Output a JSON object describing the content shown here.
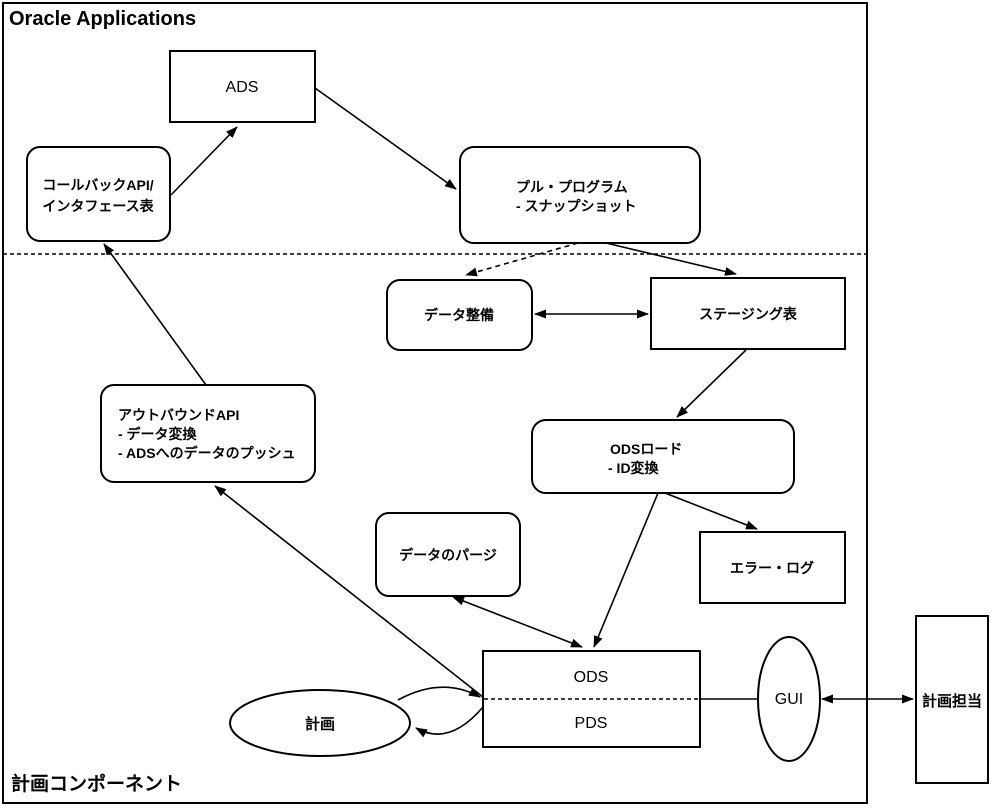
{
  "colors": {
    "ink": "#000000",
    "background": "#ffffff"
  },
  "outer": {
    "title": "Oracle Applications",
    "footer": "計画コンポーネント"
  },
  "nodes": {
    "ads": {
      "label": "ADS"
    },
    "callback_api": {
      "line1": "コールバックAPI/",
      "line2": "インタフェース表"
    },
    "pull_program": {
      "line1": "プル・プログラム",
      "line2": "- スナップショット"
    },
    "data_cleanup": {
      "label": "データ整備"
    },
    "staging_table": {
      "label": "ステージング表"
    },
    "ods_load": {
      "line1": "ODSロード",
      "line2": "- ID変換"
    },
    "outbound_api": {
      "line1": "アウトバウンドAPI",
      "line2": "- データ変換",
      "line3": "- ADSへのデータのプッシュ"
    },
    "data_purge": {
      "label": "データのパージ"
    },
    "error_log": {
      "label": "エラー・ログ"
    },
    "ods": {
      "label": "ODS"
    },
    "pds": {
      "label": "PDS"
    },
    "plan": {
      "label": "計画"
    },
    "gui": {
      "label": "GUI"
    },
    "planner": {
      "label": "計画担当"
    }
  }
}
